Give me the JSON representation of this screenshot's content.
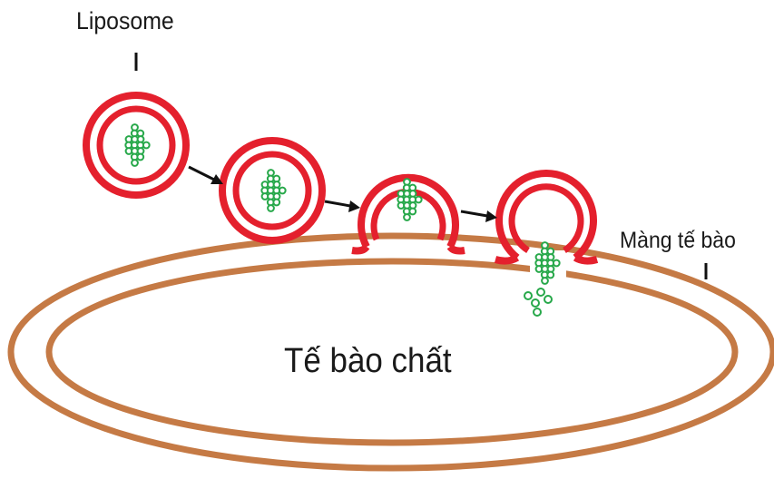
{
  "labels": {
    "liposome": "Liposome",
    "cell_membrane": "Màng tế bào",
    "cytoplasm": "Tế bào chất"
  },
  "colors": {
    "liposome_membrane": "#e4202d",
    "cell_membrane": "#c57a45",
    "drug_particles": "#27a84a",
    "arrows": "#111111",
    "text": "#1a1a1a"
  },
  "stages": [
    {
      "name": "free-liposome"
    },
    {
      "name": "approaching"
    },
    {
      "name": "fusing"
    },
    {
      "name": "releasing"
    }
  ]
}
